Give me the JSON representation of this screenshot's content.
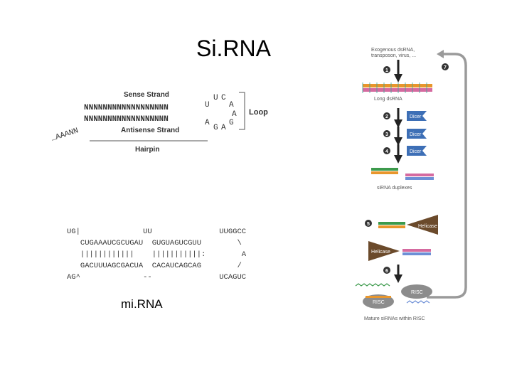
{
  "slide": {
    "title": "Si.RNA",
    "caption": "mi.RNA"
  },
  "hairpin": {
    "sense_label": "Sense Strand",
    "antisense_label": "Antisense Strand",
    "loop_label": "Loop",
    "hairpin_label": "Hairpin",
    "sense_seq": "NNNNNNNNNNNNNNNNNN",
    "antisense_seq": "NNNNNNNNNNNNNNNNNN",
    "tail": "…AAANN",
    "loop_top": [
      "U",
      "U",
      "C",
      "A"
    ],
    "loop_mid": "A",
    "loop_bottom": [
      "A",
      "G",
      "A",
      "G"
    ]
  },
  "mirna": {
    "lines": [
      "UG|              UU               UUGGCC",
      "   CUGAAAUCGCUGAU  GUGUAGUCGUU        \\",
      "   ||||||||||||    |||||||||||:        A",
      "   GACUUUAGCGACUA  CACAUCAGCAG        /",
      "AG^              --               UCAGUC"
    ]
  },
  "pathway": {
    "source": "Exogenous dsRNA,\ntransposon, virus, ...",
    "steps": [
      "1",
      "2",
      "3",
      "4",
      "5",
      "6",
      "7"
    ],
    "long_dsrna": "Long dsRNA",
    "dicer": "Dicer",
    "sirna_duplexes": "siRNA duplexes",
    "helicase": "Helicase",
    "risc": "RISC",
    "mature": "Mature siRNAs within RISC"
  },
  "colors": {
    "dicer": "#3d6fb6",
    "helicase": "#6b4a2b",
    "risc": "#8c8c8c",
    "arrow": "#222222",
    "feedback": "#9a9a9a",
    "strand_orange": "#e8962c",
    "strand_teal": "#3aa89a",
    "strand_pink": "#d56aa0",
    "strand_blue": "#6d8fd6",
    "strand_green": "#3c9a4c"
  }
}
